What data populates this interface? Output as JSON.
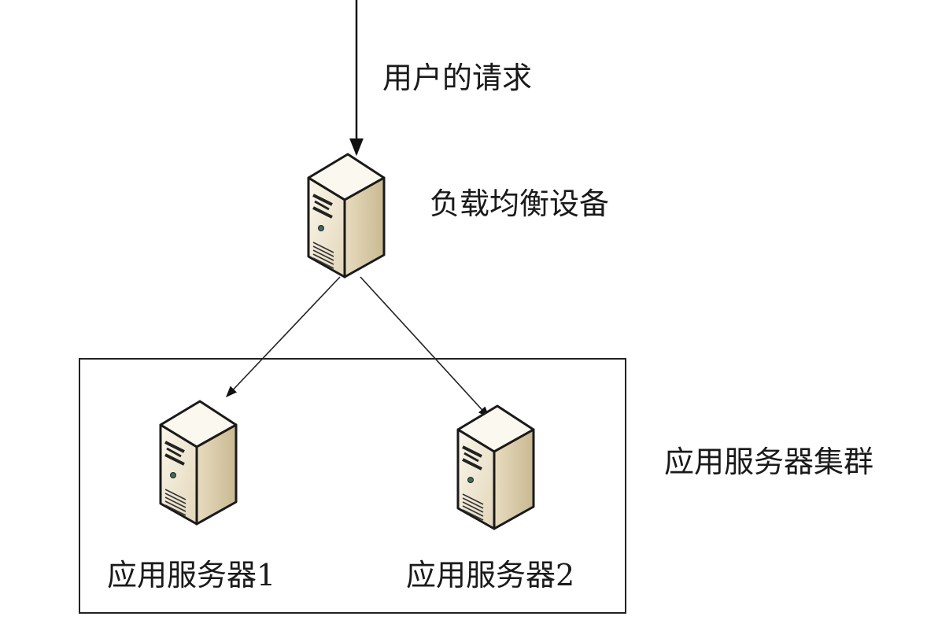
{
  "diagram": {
    "title": "Load balancing architecture",
    "request_label": "用户的请求",
    "load_balancer": {
      "label": "负载均衡设备",
      "icon": "server-tower-icon"
    },
    "cluster": {
      "label": "应用服务器集群",
      "servers": [
        {
          "label": "应用服务器1",
          "icon": "server-tower-icon"
        },
        {
          "label": "应用服务器2",
          "icon": "server-tower-icon"
        }
      ]
    },
    "edges": [
      {
        "from": "user",
        "to": "load_balancer"
      },
      {
        "from": "load_balancer",
        "to": "server_1"
      },
      {
        "from": "load_balancer",
        "to": "server_2"
      }
    ],
    "colors": {
      "server_body": "#efe6d2",
      "server_side": "#cfc3a4",
      "outline": "#1a1a1a",
      "line": "#333333"
    }
  }
}
